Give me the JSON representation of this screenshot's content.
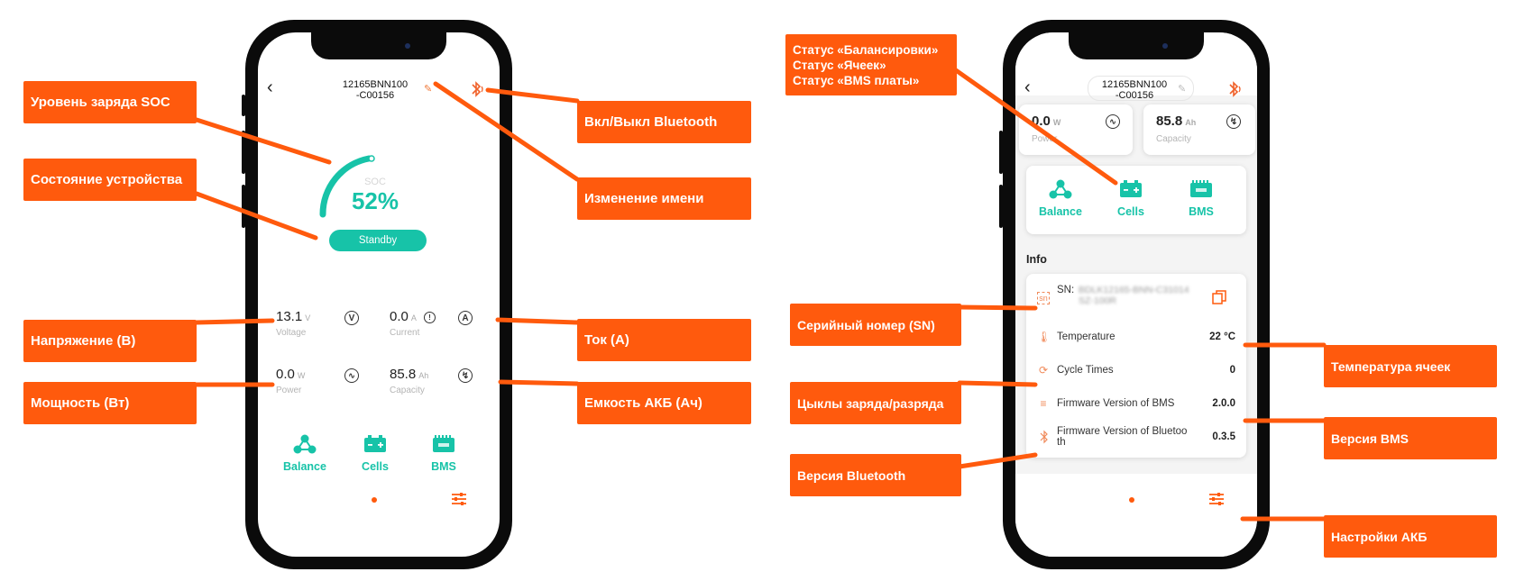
{
  "device_name": "12165BNN100\n-C00156",
  "device_name_l1": "12165BNN100",
  "device_name_l2": "-C00156",
  "colors": {
    "accent": "#17c3a8",
    "callout": "#ff5a0d"
  },
  "left_screen": {
    "soc_label": "SOC",
    "soc_value": "52%",
    "soc_fraction": 0.52,
    "status": "Standby",
    "metrics": [
      {
        "value": "13.1",
        "unit": "V",
        "name": "Voltage",
        "icon": "V"
      },
      {
        "value": "0.0",
        "unit": "A",
        "name": "Current",
        "icon": "A"
      },
      {
        "value": "0.0",
        "unit": "W",
        "name": "Power",
        "icon": "pulse-icon"
      },
      {
        "value": "85.8",
        "unit": "Ah",
        "name": "Capacity",
        "icon": "bolt-icon"
      }
    ],
    "buttons": [
      {
        "label": "Balance",
        "icon": "balance-icon"
      },
      {
        "label": "Cells",
        "icon": "battery-cells-icon"
      },
      {
        "label": "BMS",
        "icon": "bms-board-icon"
      }
    ]
  },
  "right_screen": {
    "power": {
      "value": "0.0",
      "unit": "W",
      "name": "Power"
    },
    "capacity": {
      "value": "85.8",
      "unit": "Ah",
      "name": "Capacity"
    },
    "buttons": [
      {
        "label": "Balance"
      },
      {
        "label": "Cells"
      },
      {
        "label": "BMS"
      }
    ],
    "info_title": "Info",
    "sn_label": "SN:",
    "sn_value": "BDLK12165-BNN-C31014\nSZ-100R",
    "sn_l1": "BDLK12165-BNN-C31014",
    "sn_l2": "SZ-100R",
    "rows": [
      {
        "name": "Temperature",
        "value": "22 °C",
        "icon": "thermometer-icon"
      },
      {
        "name": "Cycle Times",
        "value": "0",
        "icon": "cycle-icon"
      },
      {
        "name": "Firmware Version of BMS",
        "value": "2.0.0",
        "icon": "layers-icon"
      },
      {
        "name": "Firmware Version of Bluetoo",
        "name2": "th",
        "value": "0.3.5",
        "icon": "bluetooth-icon"
      }
    ]
  },
  "callouts": {
    "soc": "Уровень заряда SOC",
    "state": "Состояние устройства",
    "voltage": "Напряжение (В)",
    "power": "Мощность (Вт)",
    "bluetooth": "Вкл/Выкл Bluetooth",
    "rename": "Изменение имени",
    "current": "Ток (А)",
    "capacity": "Емкость АКБ (Ач)",
    "status_l1": "Статус «Балансировки»",
    "status_l2": "Статус «Ячеек»",
    "status_l3": "Статус «BMS платы»",
    "serial": "Серийный номер (SN)",
    "cycles": "Цыклы заряда/разряда",
    "bt_version": "Версия Bluetooth",
    "cell_temp": "Температура ячеек",
    "bms_version": "Версия BMS",
    "settings": "Настройки АКБ"
  }
}
